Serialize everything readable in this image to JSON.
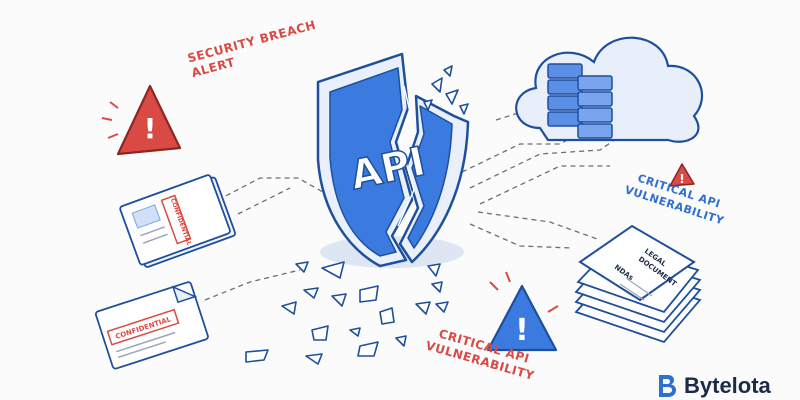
{
  "shield": {
    "label": "API"
  },
  "alerts": {
    "breach_line1": "SECURITY BREACH",
    "breach_line2": "ALERT",
    "right_line1": "CRITICAL API",
    "right_line2": "VULNERABILITY",
    "bottom_line1": "CRITICAL API",
    "bottom_line2": "VULNERABILITY"
  },
  "documents": {
    "top_stamp": "CONFIDENTIAL",
    "bottom_stamp": "CONFIDENTIAL",
    "legal_title_line1": "LEGAL",
    "legal_title_line2": "DOCUMENT",
    "legal_tag": "NDAs"
  },
  "brand": {
    "name": "Bytelota"
  },
  "colors": {
    "shield_blue": "#3b7be0",
    "shield_rim": "#1e4f9c",
    "alert_red": "#d94a44",
    "alert_blue": "#2f6fcf",
    "server_blue": "#5b8fe6",
    "line_gray": "#6b6f78"
  }
}
